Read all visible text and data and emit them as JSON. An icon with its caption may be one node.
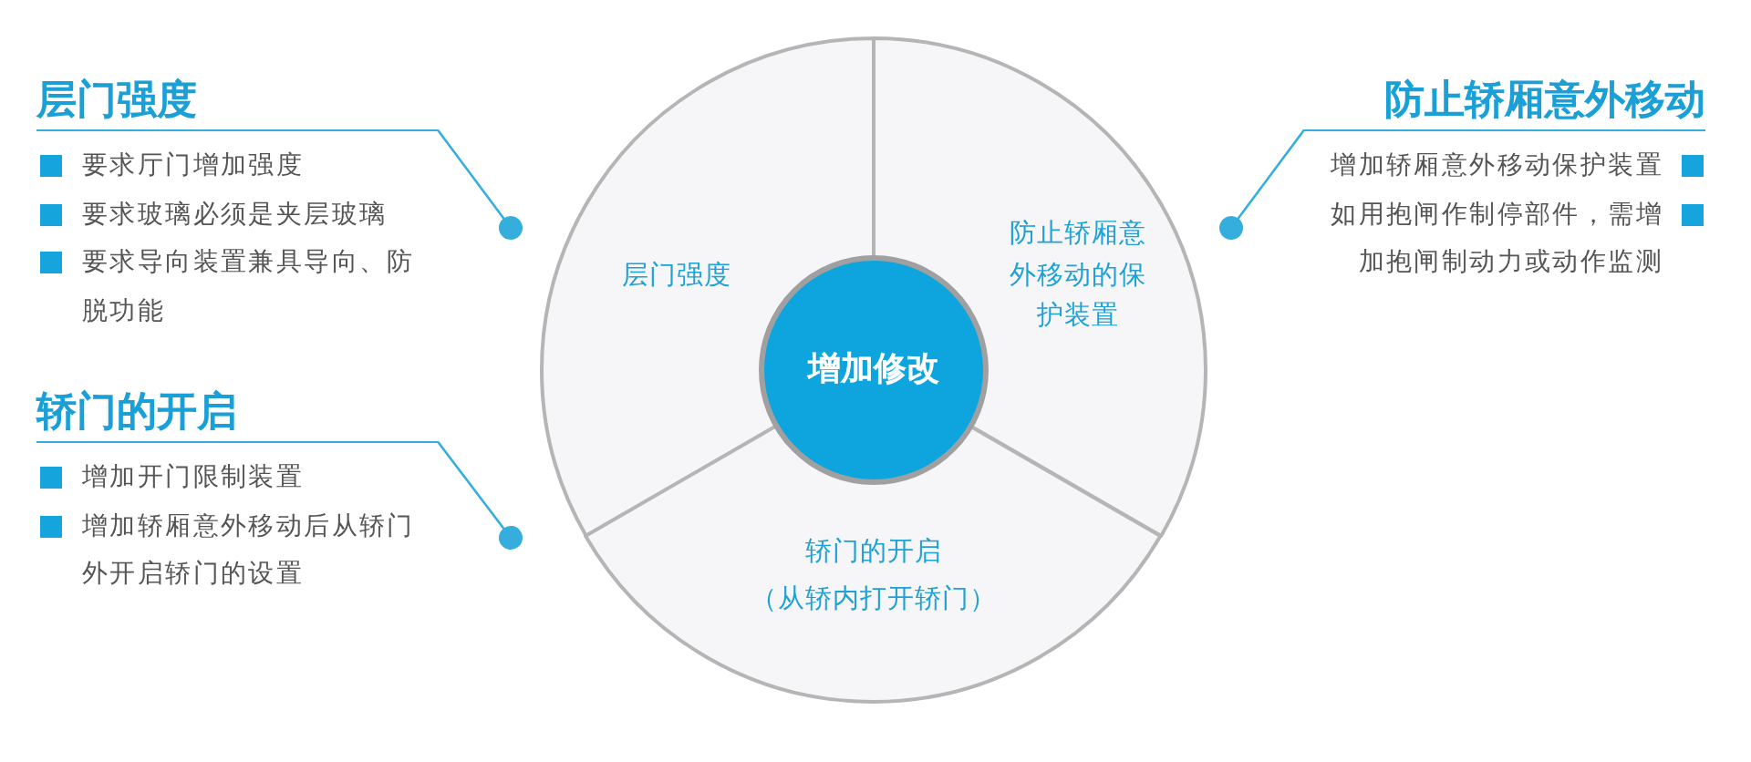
{
  "diagram": {
    "nodes": [
      {
        "text": [
          "层门强度",
          "要求厅门增加强度",
          "要求玻璃必须是夹层玻璃",
          "要求导向装置兼具导向、防脱功能"
        ]
      },
      {
        "text": [
          "防止轿厢意外移动",
          "增加轿厢意外移动保护装置",
          "如用抱闸作制停部件，需增加抱闸制动力或动作监测"
        ]
      },
      {
        "text": [
          "层门强度"
        ]
      },
      {
        "text": [
          "防止轿厢意外移动的保护装置"
        ]
      },
      {
        "text": [
          "增加修改"
        ]
      },
      {
        "text": [
          "轿门的开启",
          "增加开门限制装置",
          "增加轿厢意外移动后从轿门外开启轿门的设置"
        ]
      },
      {
        "text": [
          "轿门的开启",
          "（从轿内打开轿门）"
        ]
      }
    ],
    "edges": [
      {
        "from": 0,
        "to": null,
        "arrow": "other"
      },
      {
        "from": 1,
        "to": null,
        "arrow": "other"
      },
      {
        "from": 5,
        "to": null,
        "arrow": "other"
      }
    ]
  }
}
